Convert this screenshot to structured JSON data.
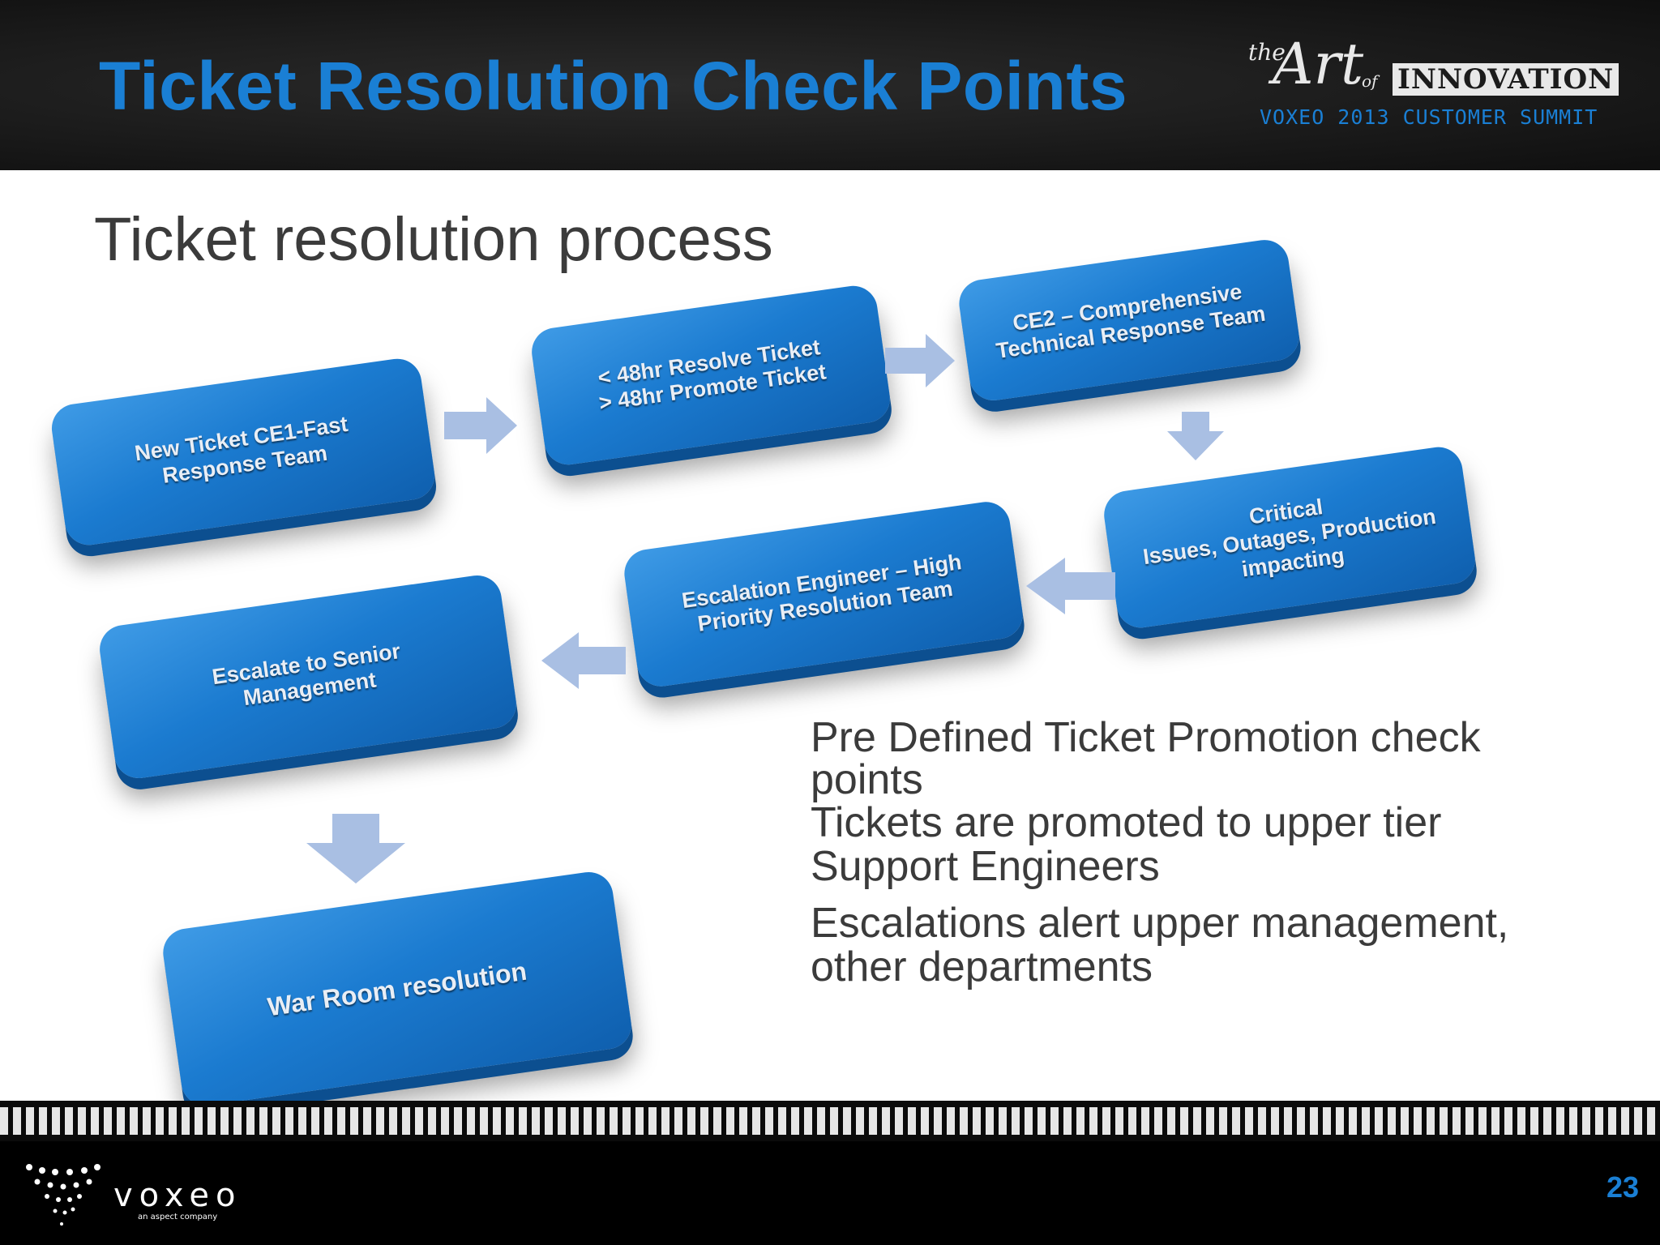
{
  "header": {
    "title": "Ticket Resolution Check Points",
    "logo": {
      "the": "the",
      "art": "Art",
      "of": "of",
      "innovation": "INNOVATION",
      "subtitle": "VOXEO 2013 CUSTOMER SUMMIT"
    }
  },
  "subtitle": "Ticket resolution process",
  "flow": {
    "steps": [
      {
        "label": "New Ticket       CE1-Fast\nResponse Team"
      },
      {
        "label": "< 48hr Resolve Ticket\n> 48hr Promote Ticket"
      },
      {
        "label": "CE2 – Comprehensive\nTechnical Response Team"
      },
      {
        "label": "Critical\nIssues, Outages, Production\nimpacting"
      },
      {
        "label": "Escalation Engineer – High\nPriority Resolution Team"
      },
      {
        "label": "Escalate to Senior\nManagement"
      },
      {
        "label": "War Room resolution"
      }
    ]
  },
  "bullets": [
    "Pre Defined Ticket Promotion check points",
    "Tickets are promoted to upper tier Support Engineers",
    "Escalations alert upper management, other departments"
  ],
  "footer": {
    "brand": "voxeo",
    "tagline": "an aspect company",
    "page_number": "23"
  },
  "colors": {
    "title_blue": "#1a7fd4",
    "box_blue": "#1b7bd0",
    "arrow": "#a9bfe3",
    "header_bg": "#1a1a1a"
  }
}
